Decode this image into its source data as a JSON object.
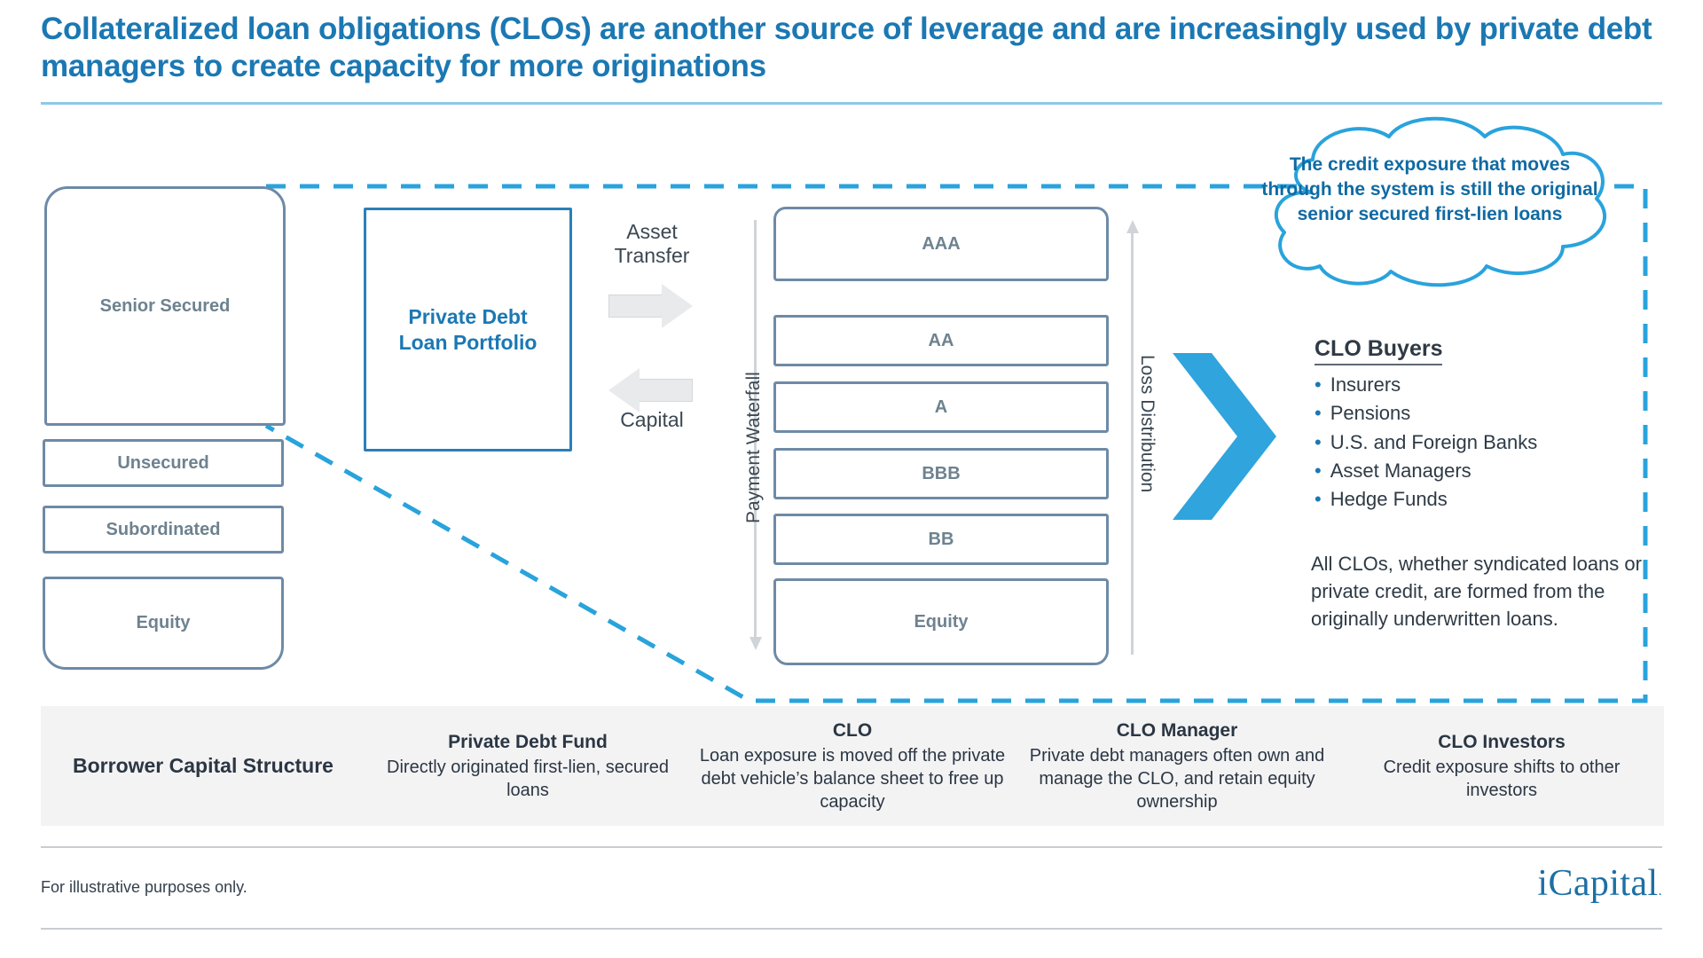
{
  "header": {
    "title": "Collateralized loan obligations (CLOs) are another source of leverage and are increasingly used by private debt managers to create capacity for more originations"
  },
  "borrower_stack": {
    "items": [
      {
        "label": "Senior Secured"
      },
      {
        "label": "Unsecured"
      },
      {
        "label": "Subordinated"
      },
      {
        "label": "Equity"
      }
    ]
  },
  "fund": {
    "label": "Private Debt\nLoan Portfolio"
  },
  "transfer": {
    "asset_label": "Asset\nTransfer",
    "capital_label": "Capital"
  },
  "clo_stack": {
    "payment_axis_label": "Payment Waterfall",
    "loss_axis_label": "Loss Distribution",
    "tranches": [
      {
        "label": "AAA"
      },
      {
        "label": "AA"
      },
      {
        "label": "A"
      },
      {
        "label": "BBB"
      },
      {
        "label": "BB"
      },
      {
        "label": "Equity"
      }
    ]
  },
  "callout": {
    "text": "The credit exposure that moves through the system is still the original senior secured first-lien loans"
  },
  "buyers": {
    "title": "CLO Buyers",
    "items": [
      "Insurers",
      "Pensions",
      "U.S. and Foreign Banks",
      "Asset Managers",
      "Hedge Funds"
    ],
    "bullet_glyph": "•",
    "note": "All CLOs, whether syndicated loans or private credit, are formed from the originally underwritten loans."
  },
  "legend": {
    "columns": [
      {
        "heading": "Borrower Capital Structure",
        "body": ""
      },
      {
        "heading": "Private Debt Fund",
        "body": "Directly originated first-lien, secured loans"
      },
      {
        "heading": "CLO",
        "body": "Loan exposure is moved off the private debt vehicle’s balance sheet to free up capacity"
      },
      {
        "heading": "CLO Manager",
        "body": "Private debt managers often own and manage the CLO, and retain equity ownership"
      },
      {
        "heading": "CLO Investors",
        "body": "Credit exposure shifts to other investors"
      }
    ]
  },
  "footer": {
    "disclaimer": "For illustrative purposes only.",
    "logo_text": "iCapital",
    "logo_tm": "."
  },
  "colors": {
    "title_blue": "#1b78b3",
    "accent_blue": "#29a3dc",
    "stack_border": "#6e8aa6",
    "stack_text": "#6e8290",
    "fund_blue": "#2a7fb8",
    "legend_bg": "#f3f3f4",
    "body_text": "#2e3a45"
  }
}
